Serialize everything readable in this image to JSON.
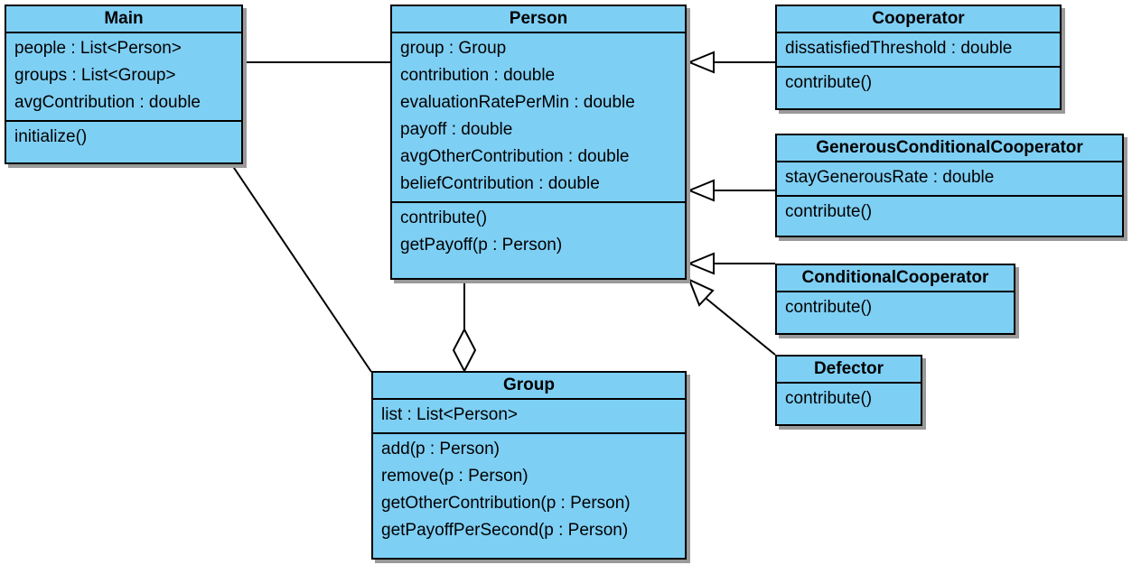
{
  "colors": {
    "class_fill": "#7ecff4",
    "border": "#000000",
    "shadow": "#9a9a9a"
  },
  "classes": {
    "main": {
      "name": "Main",
      "attributes": [
        "people : List<Person>",
        "groups : List<Group>",
        "avgContribution : double"
      ],
      "operations": [
        "initialize()"
      ]
    },
    "person": {
      "name": "Person",
      "attributes": [
        "group : Group",
        "contribution : double",
        "evaluationRatePerMin : double",
        "payoff : double",
        "avgOtherContribution : double",
        "beliefContribution : double"
      ],
      "operations": [
        "contribute()",
        "getPayoff(p : Person)"
      ]
    },
    "cooperator": {
      "name": "Cooperator",
      "attributes": [
        "dissatisfiedThreshold : double"
      ],
      "operations": [
        "contribute()"
      ]
    },
    "generous": {
      "name": "GenerousConditionalCooperator",
      "attributes": [
        "stayGenerousRate : double"
      ],
      "operations": [
        "contribute()"
      ]
    },
    "conditional": {
      "name": "ConditionalCooperator",
      "attributes": [],
      "operations": [
        "contribute()"
      ]
    },
    "defector": {
      "name": "Defector",
      "attributes": [],
      "operations": [
        "contribute()"
      ]
    },
    "group": {
      "name": "Group",
      "attributes": [
        "list : List<Person>"
      ],
      "operations": [
        "add(p : Person)",
        "remove(p : Person)",
        "getOtherContribution(p : Person)",
        "getPayoffPerSecond(p : Person)"
      ]
    }
  },
  "relationships": [
    {
      "type": "association",
      "from": "main",
      "to": "person"
    },
    {
      "type": "association",
      "from": "main",
      "to": "group"
    },
    {
      "type": "aggregation",
      "from": "group",
      "to": "person"
    },
    {
      "type": "generalization",
      "from": "cooperator",
      "to": "person"
    },
    {
      "type": "generalization",
      "from": "generous",
      "to": "person"
    },
    {
      "type": "generalization",
      "from": "conditional",
      "to": "person"
    },
    {
      "type": "generalization",
      "from": "defector",
      "to": "person"
    }
  ]
}
